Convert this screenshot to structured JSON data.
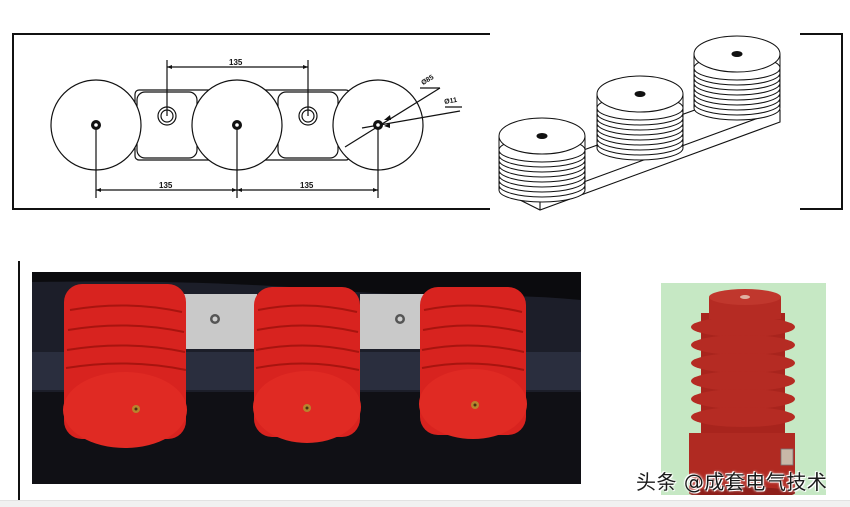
{
  "figure": {
    "description": "Sensor insulator support bracket: 2D dimensioned drawing, isometric view, and photos of red epoxy insulators",
    "colors": {
      "line": "#111111",
      "insulator_red": "#d8231f",
      "insulator_dark_red": "#b02a22",
      "mount_plate": "#c9c9c9",
      "photo_background": "#1c1e29",
      "side_photo_background": "#c6e8c4"
    }
  },
  "drawing": {
    "dimensions": {
      "top_spacing": "135",
      "bottom_left_spacing": "135",
      "bottom_right_spacing": "135",
      "outer_diameter": "Ø85",
      "hole_diameter": "Ø11"
    },
    "insulator_count": 3,
    "mount_hole_count": 2
  },
  "isometric": {
    "label": "Isometric view of three-insulator mounting base",
    "insulator_count": 3
  },
  "photos": {
    "main_photo_label": "Three red insulators mounted on bracket",
    "side_photo_label": "Single red ribbed epoxy insulator"
  },
  "watermark": {
    "text": "头条 @成套电气技术"
  }
}
